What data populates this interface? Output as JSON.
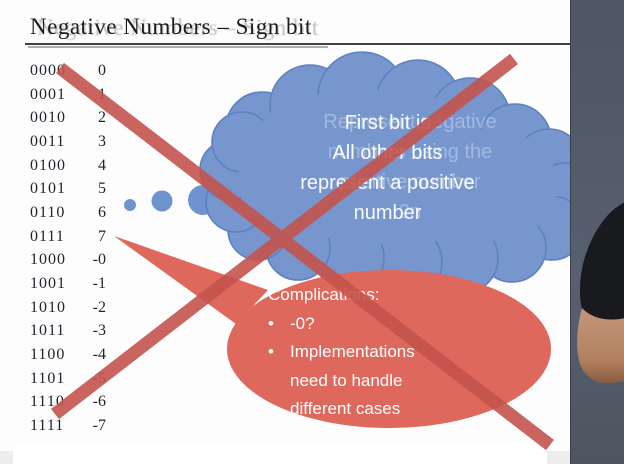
{
  "slide": {
    "title": "Negative Numbers – Sign bit",
    "number_table": {
      "rows": [
        {
          "bin": "0000",
          "dec": "0"
        },
        {
          "bin": "0001",
          "dec": "1"
        },
        {
          "bin": "0010",
          "dec": "2"
        },
        {
          "bin": "0011",
          "dec": "3"
        },
        {
          "bin": "0100",
          "dec": "4"
        },
        {
          "bin": "0101",
          "dec": "5"
        },
        {
          "bin": "0110",
          "dec": "6"
        },
        {
          "bin": "0111",
          "dec": "7"
        },
        {
          "bin": "1000",
          "dec": "-0"
        },
        {
          "bin": "1001",
          "dec": "-1"
        },
        {
          "bin": "1010",
          "dec": "-2"
        },
        {
          "bin": "1011",
          "dec": "-3"
        },
        {
          "bin": "1100",
          "dec": "-4"
        },
        {
          "bin": "1101",
          "dec": "-5"
        },
        {
          "bin": "1110",
          "dec": "-6"
        },
        {
          "bin": "1111",
          "dec": "-7"
        }
      ]
    },
    "thought_cloud": {
      "lines": [
        "First bit is",
        "All other bits",
        "represent a positive",
        "number"
      ],
      "ghost_lines": [
        "Represent negative",
        "numbers using the",
        "positive number",
        "2n"
      ]
    },
    "callout": {
      "heading": "Complications:",
      "bullet_char": "•",
      "bullets": [
        {
          "lines": [
            "-0?"
          ]
        },
        {
          "lines": [
            "Implementations",
            "need to handle",
            "different cases"
          ]
        }
      ]
    }
  },
  "colors": {
    "cloud_blue": "#7495cd",
    "cloud_outline": "#5e80c1",
    "callout_red": "#df685d",
    "cross_red": "#c4544d",
    "webcam_bg": "#525b67",
    "shirt_black": "#191a1d",
    "skin": "#bd8d70"
  }
}
